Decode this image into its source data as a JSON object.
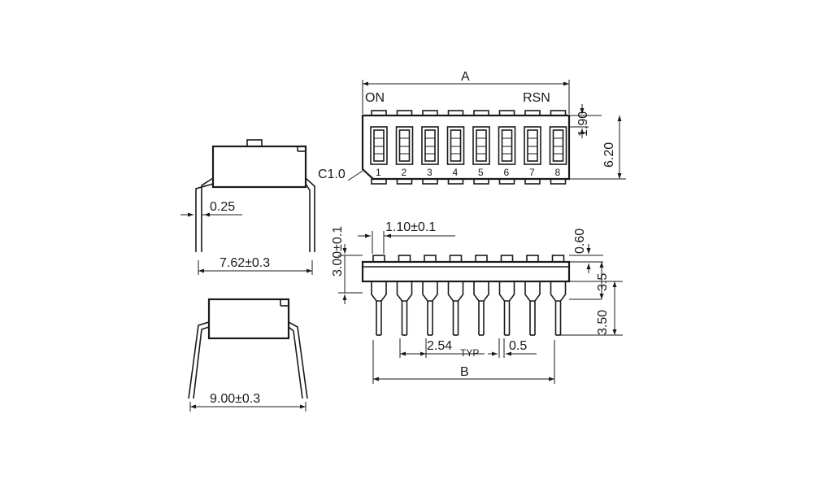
{
  "labels": {
    "on": "ON",
    "rsn": "RSN",
    "dim_a": "A",
    "dim_b": "B",
    "dim_190": "1.90",
    "dim_620": "6.20",
    "dim_c10": "C1.0",
    "dim_025": "0.25",
    "dim_762": "7.62±0.3",
    "dim_900": "9.00±0.3",
    "dim_110": "1.10±0.1",
    "dim_300": "3.00±0.1",
    "dim_060": "0.60",
    "dim_35": "3.5",
    "dim_350": "3.50",
    "dim_254": "2.54",
    "typ": "TYP",
    "dim_05": "0.5"
  },
  "switch_numbers": [
    "1",
    "2",
    "3",
    "4",
    "5",
    "6",
    "7",
    "8"
  ]
}
